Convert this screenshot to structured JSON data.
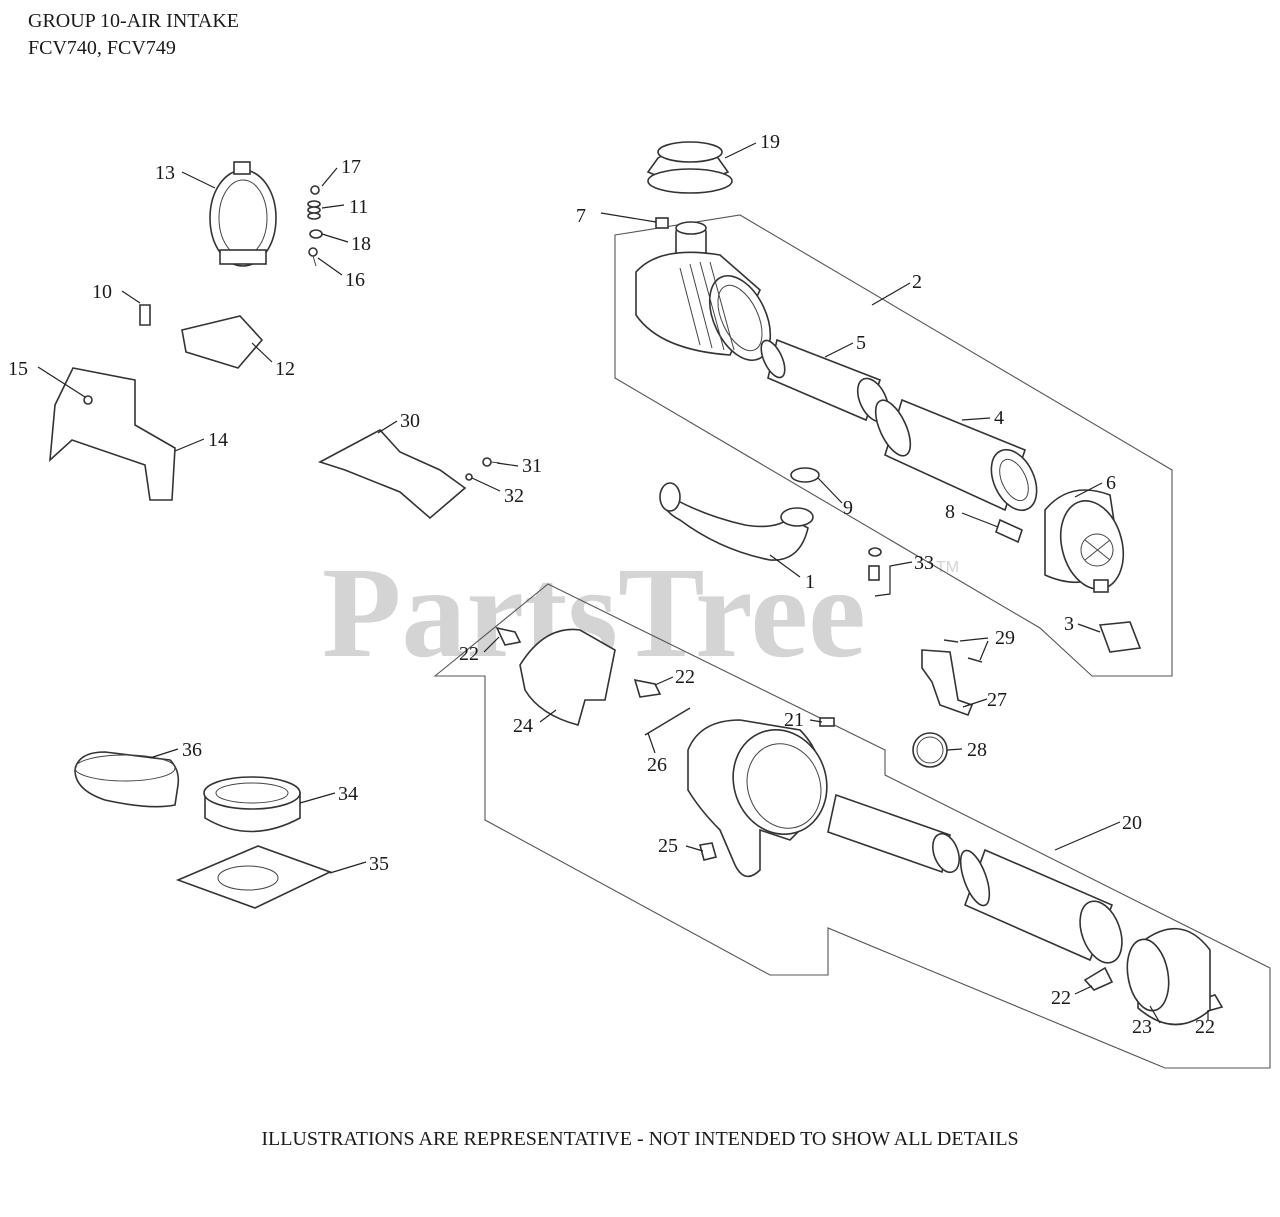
{
  "header": {
    "line1": "GROUP 10-AIR INTAKE",
    "line2": "FCV740, FCV749"
  },
  "footer": {
    "note": "ILLUSTRATIONS ARE REPRESENTATIVE - NOT INTENDED TO SHOW ALL DETAILS"
  },
  "watermark": {
    "text": "PartsTree",
    "mark": "TM"
  },
  "callouts": {
    "c1": "1",
    "c2": "2",
    "c3": "3",
    "c4": "4",
    "c5": "5",
    "c6": "6",
    "c7": "7",
    "c8": "8",
    "c9": "9",
    "c10": "10",
    "c11": "11",
    "c12": "12",
    "c13": "13",
    "c14": "14",
    "c15": "15",
    "c16": "16",
    "c17": "17",
    "c18": "18",
    "c19": "19",
    "c20": "20",
    "c21": "21",
    "c22": "22",
    "c23": "23",
    "c24": "24",
    "c25": "25",
    "c26": "26",
    "c27": "27",
    "c28": "28",
    "c29": "29",
    "c30": "30",
    "c31": "31",
    "c32": "32",
    "c33": "33",
    "c34": "34",
    "c35": "35",
    "c36": "36"
  }
}
